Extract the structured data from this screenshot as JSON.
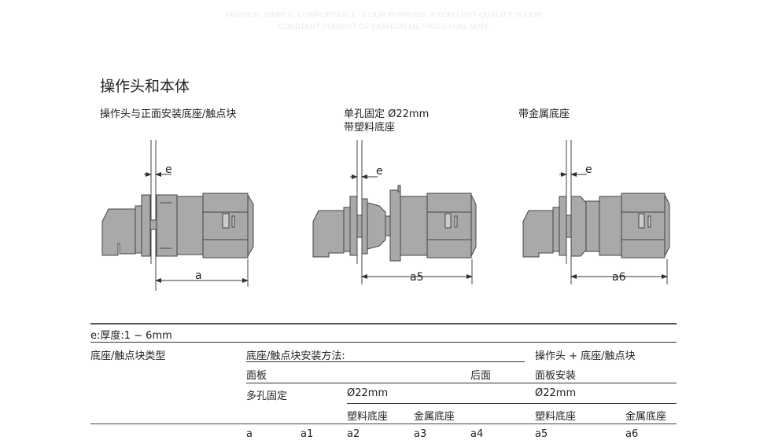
{
  "banner": {
    "line1": "FASHION, SIMPLE, COMFORTABLE IS OUR PURPOSE, EXCELLENT QUALITY IS OUR",
    "line2": "CONSTANT PURSUIT OF FASHION METROSEXUAL MAN."
  },
  "section_title": "操作头和本体",
  "figures": [
    {
      "caption": "操作头与正面安装底座/触点块",
      "thickness_label": "e",
      "dimension_label": "a"
    },
    {
      "caption": "单孔固定 Ø22mm",
      "caption2": "带塑料底座",
      "thickness_label": "e",
      "dimension_label": "a5"
    },
    {
      "caption": "带金属底座",
      "thickness_label": "e",
      "dimension_label": "a6"
    }
  ],
  "table": {
    "note": "e:厚度:1 ~ 6mm",
    "row1": {
      "c1": "底座/触点块类型",
      "c2": "底座/触点块安装方法:",
      "c3": "操作头 + 底座/触点块"
    },
    "row2": {
      "c2": "面板",
      "c2b": "后面",
      "c3": "面板安装"
    },
    "row3": {
      "c2": "多孔固定",
      "c2b": "Ø22mm",
      "c3": "Ø22mm"
    },
    "row4": {
      "a2": "塑料底座",
      "a3": "金属底座",
      "a5": "塑料底座",
      "a6": "金属底座"
    },
    "row5": [
      "a",
      "a1",
      "a2",
      "a3",
      "a4",
      "a5",
      "a6"
    ]
  },
  "colors": {
    "body_fill": "#a9a9a9",
    "outline": "#444444"
  }
}
